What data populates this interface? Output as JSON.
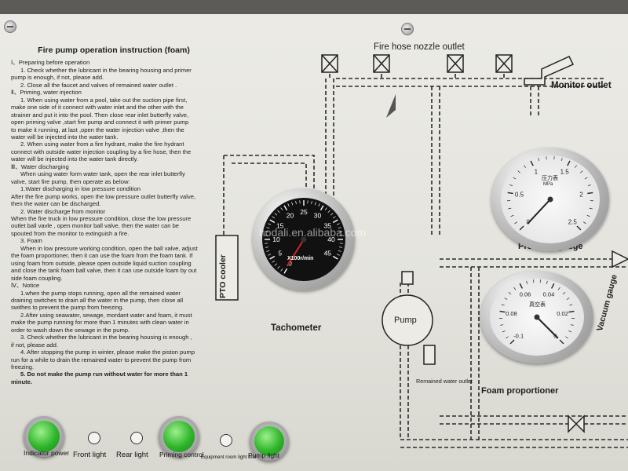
{
  "instructions": {
    "title": "Fire pump operation instruction (foam)",
    "lines": [
      {
        "t": "Ⅰ、Preparing before operation",
        "c": ""
      },
      {
        "t": "1. Check whether the lubricant in the bearing housing and primer",
        "c": "ind"
      },
      {
        "t": "pump is enough, if not, please add.",
        "c": ""
      },
      {
        "t": "2. Close all the faucet and valves of remained water outlet .",
        "c": "ind"
      },
      {
        "t": "Ⅱ、Priming, water injection",
        "c": ""
      },
      {
        "t": "1. When using water from a pool, take out the suction pipe first,",
        "c": "ind"
      },
      {
        "t": "make one side of it connect with water inlet and the other with the",
        "c": ""
      },
      {
        "t": "strainer and put it into the pool. Then close rear inlet butterfly valve,",
        "c": ""
      },
      {
        "t": "open priming valve ,start fire pump and connect it with primer pump",
        "c": ""
      },
      {
        "t": "to make it running, at last ,open the water injection valve ,then the",
        "c": ""
      },
      {
        "t": "water will be injected into the water tank.",
        "c": ""
      },
      {
        "t": "2. When using water from a fire hydrant, make the fire hydrant",
        "c": "ind"
      },
      {
        "t": "connect with outside water injection coupling by a fire hose, then the",
        "c": ""
      },
      {
        "t": "water will be injected into the water tank directly.",
        "c": ""
      },
      {
        "t": "Ⅲ、Water discharging",
        "c": ""
      },
      {
        "t": "When using water form water tank, open the rear inlet butterfly",
        "c": "ind"
      },
      {
        "t": "valve, start fire pump, then operate as below:",
        "c": ""
      },
      {
        "t": "1.Water discharging in low pressure condition",
        "c": "ind"
      },
      {
        "t": "After the fire pump works, open the low pressure outlet butterfly valve,",
        "c": ""
      },
      {
        "t": "then the water can be discharged.",
        "c": ""
      },
      {
        "t": "2. Water discharge from monitor",
        "c": "ind"
      },
      {
        "t": "When the fire truck in low pressure condition, close the low pressure",
        "c": ""
      },
      {
        "t": "outlet ball vavle , open monitor ball valve, then the water can be",
        "c": ""
      },
      {
        "t": "spouted from the monitor to extinguish a fire.",
        "c": ""
      },
      {
        "t": "3. Foam",
        "c": "ind"
      },
      {
        "t": "When in low pressure working condition, open the ball valve, adjust",
        "c": "ind"
      },
      {
        "t": "the foam proportioner, then it can use the foam from the foam tank. If",
        "c": ""
      },
      {
        "t": "using foam from outside, please open outside liquid suction coupling",
        "c": ""
      },
      {
        "t": "and close the tank foam ball valve, then it can use outside foam by out",
        "c": ""
      },
      {
        "t": "side foam coupling.",
        "c": ""
      },
      {
        "t": "Ⅳ、Notice",
        "c": ""
      },
      {
        "t": "1.when the pump stops running, open all the remained water",
        "c": "ind"
      },
      {
        "t": "draining switches to drain all the water in the pump, then close all",
        "c": ""
      },
      {
        "t": "swithes to prevent the pump from freezing.",
        "c": ""
      },
      {
        "t": "2.After using seawater, sewage, mordant water and foam, it must",
        "c": "ind"
      },
      {
        "t": "make the pump running for more than 1 minutes with clean water in",
        "c": ""
      },
      {
        "t": "order to wash down the sewage in the pump.",
        "c": ""
      },
      {
        "t": "3. Check whether the lubricant in the bearing housing is enough ,",
        "c": "ind"
      },
      {
        "t": "if not, please add.",
        "c": ""
      },
      {
        "t": "4. After stopping the pump in winter, please make the piston pump",
        "c": "ind"
      },
      {
        "t": "run for a while to drain the remained water to prevent the pump from",
        "c": ""
      },
      {
        "t": "freezing.",
        "c": ""
      },
      {
        "t": "5. Do not make the pump run without water for more than 1",
        "c": "ind b"
      },
      {
        "t": "minute.",
        "c": "b"
      }
    ]
  },
  "diagram": {
    "fire_hose_label": "Fire hose nozzle outlet",
    "monitor_label": "Monitor outlet",
    "pto_label": "PTO cooler",
    "tachometer_label": "Tachometer",
    "pump_label": "Pump",
    "remained_label": "Remained water outlet",
    "foam_label": "Foam proportioner",
    "pressure_label": "Pressure gauge",
    "vacuum_label": "Vacuum gauge"
  },
  "tachometer": {
    "ticks": [
      "0",
      "5",
      "10",
      "15",
      "20",
      "25",
      "30",
      "35",
      "40",
      "45"
    ],
    "unit": "X100r/min"
  },
  "pressure_gauge": {
    "ticks": [
      "0",
      "0.5",
      "1",
      "1.5",
      "2",
      "2.5"
    ],
    "unit": "MPa",
    "cn_name": "压力表"
  },
  "vacuum_gauge": {
    "ticks": [
      "-0.1",
      "0.08",
      "0.06",
      "0.04",
      "0.02",
      "0"
    ],
    "cn_name": "真空表"
  },
  "watermark": "hodali.en.alibaba.com",
  "buttons": {
    "b1": "Indicator power",
    "front_light": "Front light",
    "rear_light": "Rear light",
    "priming": "Priming control",
    "equipment": "Equipment room light box",
    "pump_light": "Pump light"
  },
  "colors": {
    "button_green": "#2fb52a",
    "panel": "#ecebe6",
    "gauge_red": "#d22222"
  }
}
